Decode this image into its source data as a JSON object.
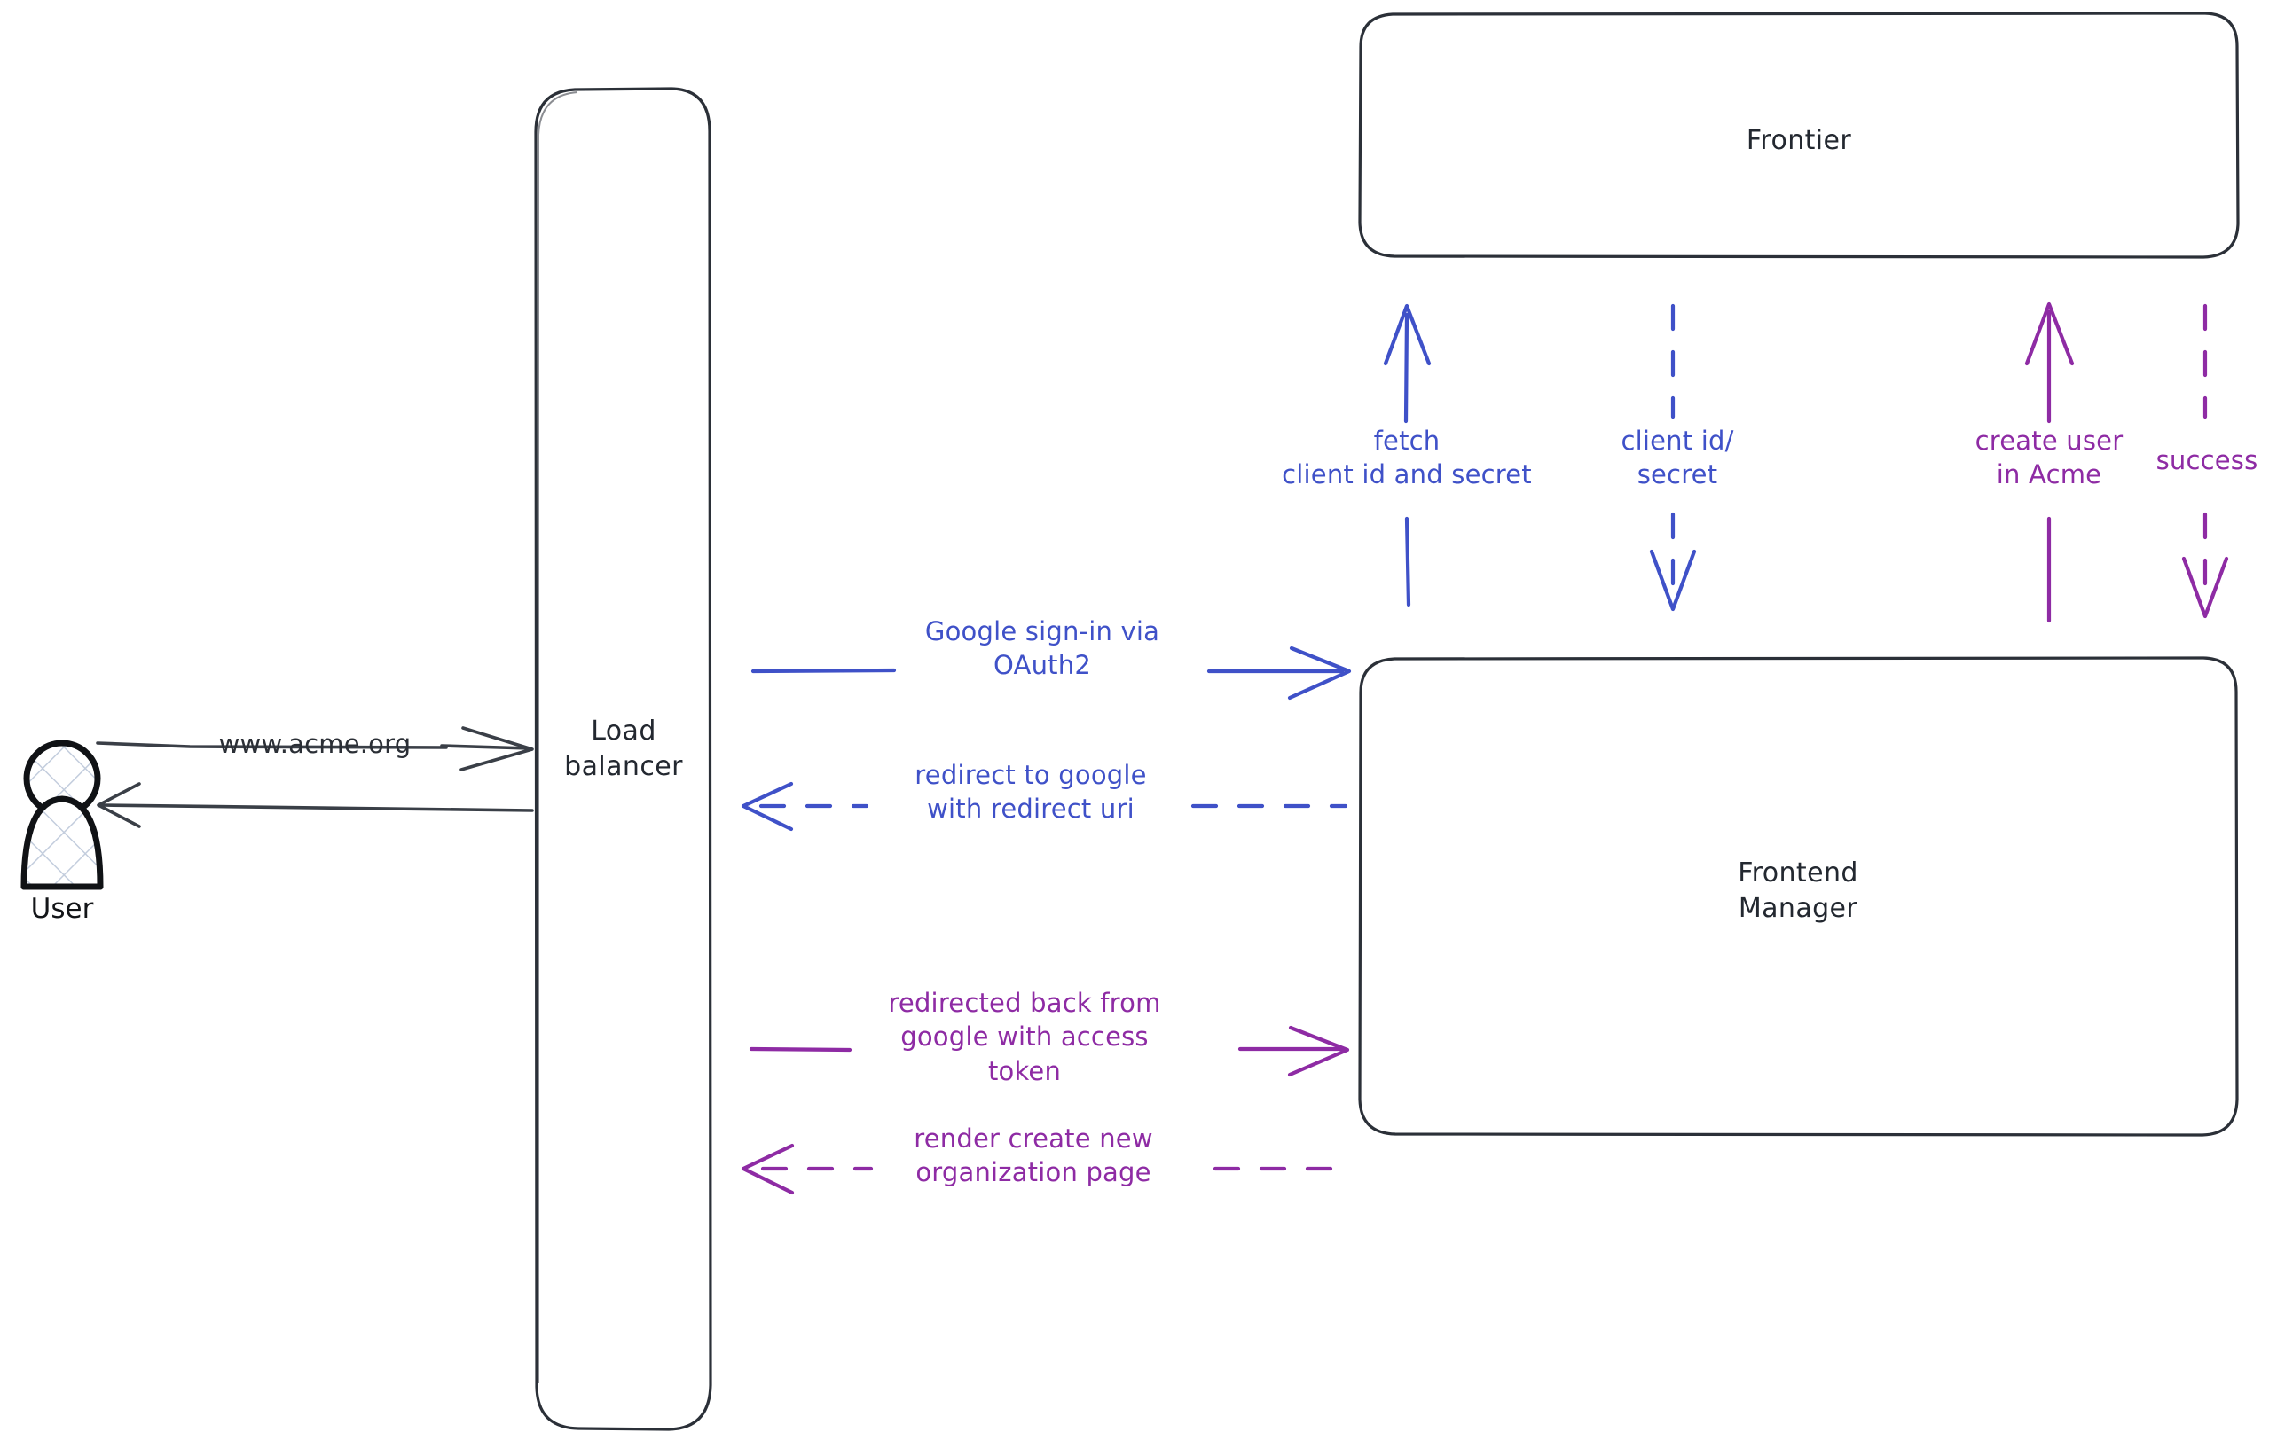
{
  "diagram": {
    "type": "architecture-sequence-diagram",
    "background_color": "#ffffff",
    "colors": {
      "stroke_dark": "#2b3038",
      "blue": "#3f51c8",
      "purple": "#8e2ba4",
      "actor_fill": "#c8d2e0"
    }
  },
  "actors": [
    {
      "id": "user",
      "label": "User",
      "shape": "person-icon",
      "fill_pattern": "cross-hatch"
    }
  ],
  "nodes": [
    {
      "id": "load-balancer",
      "label": "Load\nbalancer",
      "shape": "rounded-rectangle"
    },
    {
      "id": "frontier",
      "label": "Frontier",
      "shape": "rounded-rectangle"
    },
    {
      "id": "frontend-manager",
      "label": "Frontend\nManager",
      "shape": "rounded-rectangle"
    }
  ],
  "edges": [
    {
      "id": "user-to-lb",
      "label": "www.acme.org",
      "color": "#2b2f36",
      "style": "solid",
      "direction": "right",
      "from": "user",
      "to": "load-balancer"
    },
    {
      "id": "lb-to-user",
      "label": "",
      "color": "#2b2f36",
      "style": "solid",
      "direction": "left",
      "from": "load-balancer",
      "to": "user"
    },
    {
      "id": "lb-to-fm-signin",
      "label": "Google sign-in via\nOAuth2",
      "color": "#3f51c8",
      "style": "solid",
      "direction": "right",
      "from": "load-balancer",
      "to": "frontend-manager"
    },
    {
      "id": "fm-to-lb-redirect",
      "label": "redirect to google\nwith redirect uri",
      "color": "#3f51c8",
      "style": "dashed",
      "direction": "left",
      "from": "frontend-manager",
      "to": "load-balancer"
    },
    {
      "id": "lb-to-fm-token",
      "label": "redirected back from\ngoogle with access\ntoken",
      "color": "#8e2ba4",
      "style": "solid",
      "direction": "right",
      "from": "load-balancer",
      "to": "frontend-manager"
    },
    {
      "id": "fm-to-lb-render",
      "label": "render create new\norganization page",
      "color": "#8e2ba4",
      "style": "dashed",
      "direction": "left",
      "from": "frontend-manager",
      "to": "load-balancer"
    },
    {
      "id": "fm-to-frontier-fetch",
      "label": "fetch\nclient id and secret",
      "color": "#3f51c8",
      "style": "solid",
      "direction": "up",
      "from": "frontend-manager",
      "to": "frontier"
    },
    {
      "id": "frontier-to-fm-creds",
      "label": "client id/\nsecret",
      "color": "#3f51c8",
      "style": "dashed",
      "direction": "down",
      "from": "frontier",
      "to": "frontend-manager"
    },
    {
      "id": "fm-to-frontier-createuser",
      "label": "create user\nin Acme",
      "color": "#8e2ba4",
      "style": "solid",
      "direction": "up",
      "from": "frontend-manager",
      "to": "frontier"
    },
    {
      "id": "frontier-to-fm-success",
      "label": "success",
      "color": "#8e2ba4",
      "style": "dashed",
      "direction": "down",
      "from": "frontier",
      "to": "frontend-manager"
    }
  ]
}
